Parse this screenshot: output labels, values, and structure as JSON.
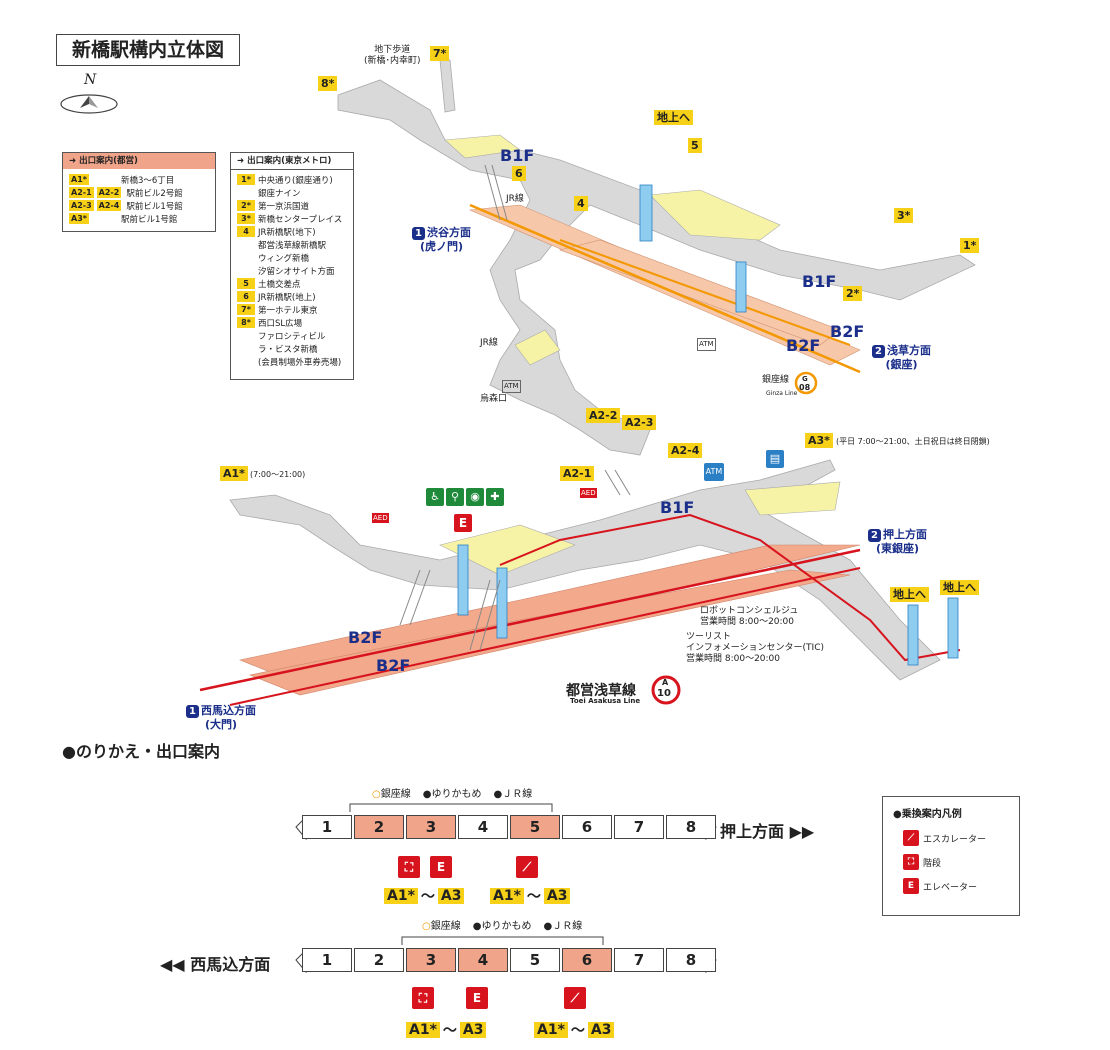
{
  "title": "新橋駅構内立体図",
  "compass": "N",
  "legend_toei": {
    "header": "出口案内(都営)",
    "rows": [
      {
        "nums": [
          "A1*"
        ],
        "text": "新橋3～6丁目"
      },
      {
        "nums": [
          "A2-1",
          "A2-2"
        ],
        "text": "駅前ビル2号館"
      },
      {
        "nums": [
          "A2-3",
          "A2-4"
        ],
        "text": "駅前ビル1号館"
      },
      {
        "nums": [
          "A3*"
        ],
        "text": "駅前ビル1号館"
      }
    ]
  },
  "legend_metro": {
    "header": "出口案内(東京メトロ)",
    "rows": [
      {
        "num": "1*",
        "text": "中央通り(銀座通り)"
      },
      {
        "num": "",
        "text": "銀座ナイン"
      },
      {
        "num": "2*",
        "text": "第一京浜国道"
      },
      {
        "num": "3*",
        "text": "新橋センタープレイス"
      },
      {
        "num": "4",
        "text": "JR新橋駅(地下)"
      },
      {
        "num": "",
        "text": "都営浅草線新橋駅"
      },
      {
        "num": "",
        "text": "ウィング新橋"
      },
      {
        "num": "",
        "text": "汐留シオサイト方面"
      },
      {
        "num": "5",
        "text": "土橋交差点"
      },
      {
        "num": "6",
        "text": "JR新橋駅(地上)"
      },
      {
        "num": "7*",
        "text": "第一ホテル東京"
      },
      {
        "num": "8*",
        "text": "西口SL広場"
      },
      {
        "num": "",
        "text": "ファロシティビル"
      },
      {
        "num": "",
        "text": "ラ・ビスタ新橋"
      },
      {
        "num": "",
        "text": "(会員制場外車券売場)"
      }
    ]
  },
  "map": {
    "underground_walkway": "地下歩道",
    "underground_walkway_sub": "(新橋･内幸町)",
    "exit_7": "7*",
    "exit_8": "8*",
    "exit_5": "5",
    "exit_6": "6",
    "exit_4": "4",
    "exit_3": "3*",
    "exit_1": "1*",
    "exit_2": "2*",
    "to_ground_1": "地上へ",
    "to_ground_2": "地上へ",
    "to_ground_3": "地上へ",
    "b1f_metro_1": "B1F",
    "b1f_metro_2": "B1F",
    "b2f_metro_1": "B2F",
    "b2f_metro_2": "B2F",
    "b1f_toei": "B1F",
    "b2f_toei_1": "B2F",
    "b2f_toei_2": "B2F",
    "jr_line_1": "JR線",
    "jr_line_2": "JR線",
    "karasumori": "烏森口",
    "shibuya_num": "1",
    "shibuya": "渋谷方面",
    "shibuya_sub": "(虎ノ門)",
    "asakusa_num": "2",
    "asakusa": "浅草方面",
    "asakusa_sub": "(銀座)",
    "ginza_line": "銀座線",
    "ginza_line_en": "Ginza Line",
    "ginza_code_letter": "G",
    "ginza_code_num": "08",
    "a2_2": "A2-2",
    "a2_3": "A2-3",
    "a2_4": "A2-4",
    "a2_1": "A2-1",
    "a3": "A3*",
    "a3_note": "(平日 7:00～21:00、土日祝日は終日閉鎖)",
    "a1": "A1*",
    "a1_note": "(7:00～21:00)",
    "oshiage_num": "2",
    "oshiage": "押上方面",
    "oshiage_sub": "(東銀座)",
    "nishimagome_num": "1",
    "nishimagome": "西馬込方面",
    "nishimagome_sub": "(大門)",
    "robot": "ロボットコンシェルジュ",
    "robot_hours": "営業時間 8:00～20:00",
    "tic": "ツーリスト",
    "tic2": "インフォメーションセンター(TIC)",
    "tic_hours": "営業時間 8:00～20:00",
    "asakusa_line": "都営浅草線",
    "asakusa_line_en": "Toei Asakusa Line",
    "asakusa_code_letter": "A",
    "asakusa_code_num": "10",
    "atm_1": "ATM",
    "atm_2": "ATM",
    "atm_3": "ATM",
    "aed_1": "AED",
    "aed_2": "AED"
  },
  "transfer": {
    "section_title": "●のりかえ・出口案内",
    "top_lines": [
      "銀座線",
      "ゆりかもめ",
      "ＪＲ線"
    ],
    "top_cars": [
      "1",
      "2",
      "3",
      "4",
      "5",
      "6",
      "7",
      "8"
    ],
    "top_highlight": [
      2,
      3,
      5
    ],
    "top_direction": "押上方面",
    "top_exit_a": "A1*",
    "top_exit_tilde_a": "～",
    "top_exit_b": "A3",
    "top_exit_c": "A1*",
    "top_exit_tilde_b": "～",
    "top_exit_d": "A3",
    "bottom_lines": [
      "銀座線",
      "ゆりかもめ",
      "ＪＲ線"
    ],
    "bottom_cars": [
      "1",
      "2",
      "3",
      "4",
      "5",
      "6",
      "7",
      "8"
    ],
    "bottom_highlight": [
      3,
      4,
      6
    ],
    "bottom_direction": "西馬込方面",
    "bottom_exit_a": "A1*",
    "bottom_exit_tilde_a": "～",
    "bottom_exit_b": "A3",
    "bottom_exit_c": "A1*",
    "bottom_exit_tilde_b": "～",
    "bottom_exit_d": "A3"
  },
  "icon_legend": {
    "title": "●乗換案内凡例",
    "items": [
      "エスカレーター",
      "階段",
      "エレベーター"
    ]
  },
  "colors": {
    "exit_yellow": "#f7d117",
    "floor_blue": "#1a2e8a",
    "toei_red": "#d7141d",
    "ginza_orange": "#f39800",
    "platform_salmon": "#f2a98c",
    "concourse_gray": "#d8d8d8"
  }
}
